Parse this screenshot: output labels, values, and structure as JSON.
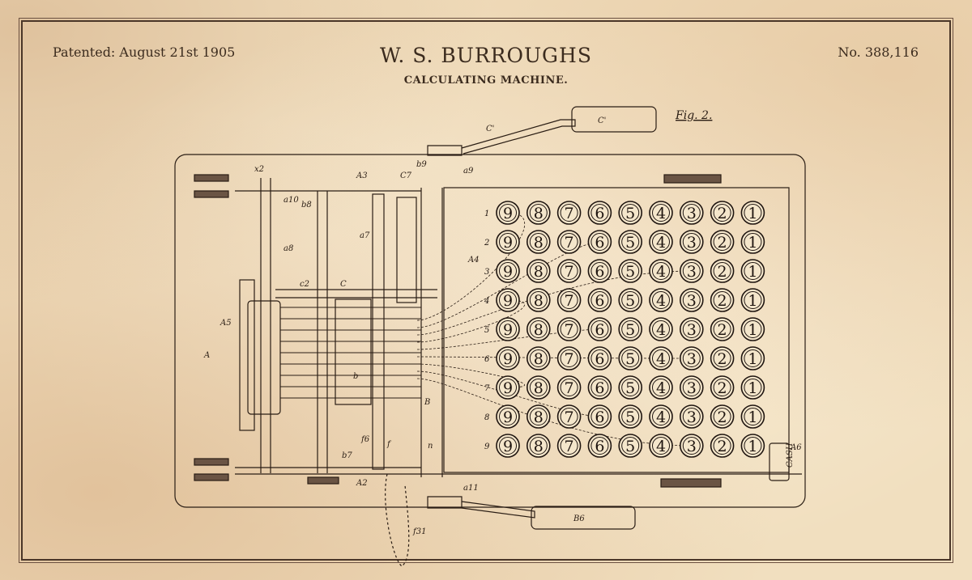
{
  "header": {
    "date": "Patented: August 21st 1905",
    "number": "No. 388,116",
    "title": "W. S. BURROUGHS",
    "subtitle": "CALCULATING MACHINE."
  },
  "figure": {
    "label": "Fig. 2.",
    "handle_top_label": "C'",
    "handle_bottom_label": "B6",
    "cash_label": "CASH"
  },
  "keyboard": {
    "row_labels": [
      "1",
      "2",
      "3",
      "4",
      "5",
      "6",
      "7",
      "8",
      "9"
    ],
    "column_digits": [
      "9",
      "8",
      "7",
      "6",
      "5",
      "4",
      "3",
      "2",
      "1"
    ]
  },
  "annotations": {
    "c1": "C'",
    "x2": "x2",
    "a3": "A3",
    "c7": "C7",
    "b9": "b9",
    "a9": "a9",
    "a10": "a10",
    "b8": "b8",
    "a8": "a8",
    "a7": "a7",
    "a4": "A4",
    "c2": "c2",
    "c": "C",
    "a5": "A5",
    "a": "A",
    "b": "b",
    "bB": "B",
    "a6": "A6",
    "n": "n",
    "b7": "b7",
    "a2": "A2",
    "a11": "a11",
    "f31": "f31",
    "f": "f",
    "f6": "f6"
  },
  "colors": {
    "paper": "#f1dfbf",
    "ink": "#2a1d14",
    "frame": "#4a3628"
  }
}
